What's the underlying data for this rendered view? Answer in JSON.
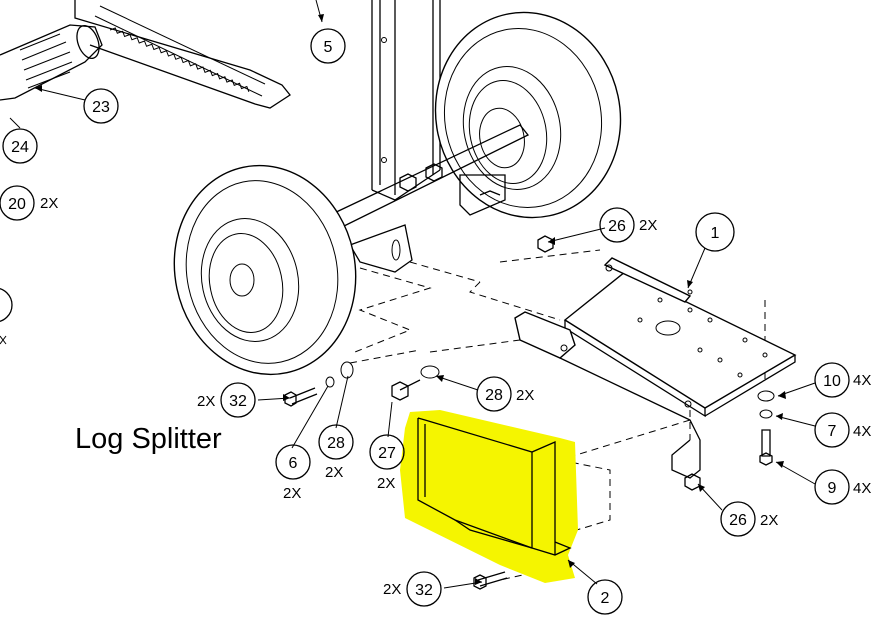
{
  "title": "Log Splitter",
  "highlight_color": "#f5f500",
  "callouts": [
    {
      "id": "c5",
      "num": "5",
      "qty": ""
    },
    {
      "id": "c23",
      "num": "23",
      "qty": ""
    },
    {
      "id": "c24",
      "num": "24",
      "qty": ""
    },
    {
      "id": "c20",
      "num": "20",
      "qty": "2X"
    },
    {
      "id": "c26a",
      "num": "26",
      "qty": "2X"
    },
    {
      "id": "c1",
      "num": "1",
      "qty": ""
    },
    {
      "id": "c32a",
      "num": "32",
      "qty": "2X"
    },
    {
      "id": "c28a",
      "num": "28",
      "qty": "2X"
    },
    {
      "id": "c6",
      "num": "6",
      "qty": "2X"
    },
    {
      "id": "c28b",
      "num": "28",
      "qty": "2X"
    },
    {
      "id": "c27",
      "num": "27",
      "qty": "2X"
    },
    {
      "id": "c10",
      "num": "10",
      "qty": "4X"
    },
    {
      "id": "c7",
      "num": "7",
      "qty": "4X"
    },
    {
      "id": "c9",
      "num": "9",
      "qty": "4X"
    },
    {
      "id": "c26b",
      "num": "26",
      "qty": "2X"
    },
    {
      "id": "c32b",
      "num": "32",
      "qty": "2X"
    },
    {
      "id": "c2",
      "num": "2",
      "qty": ""
    }
  ]
}
